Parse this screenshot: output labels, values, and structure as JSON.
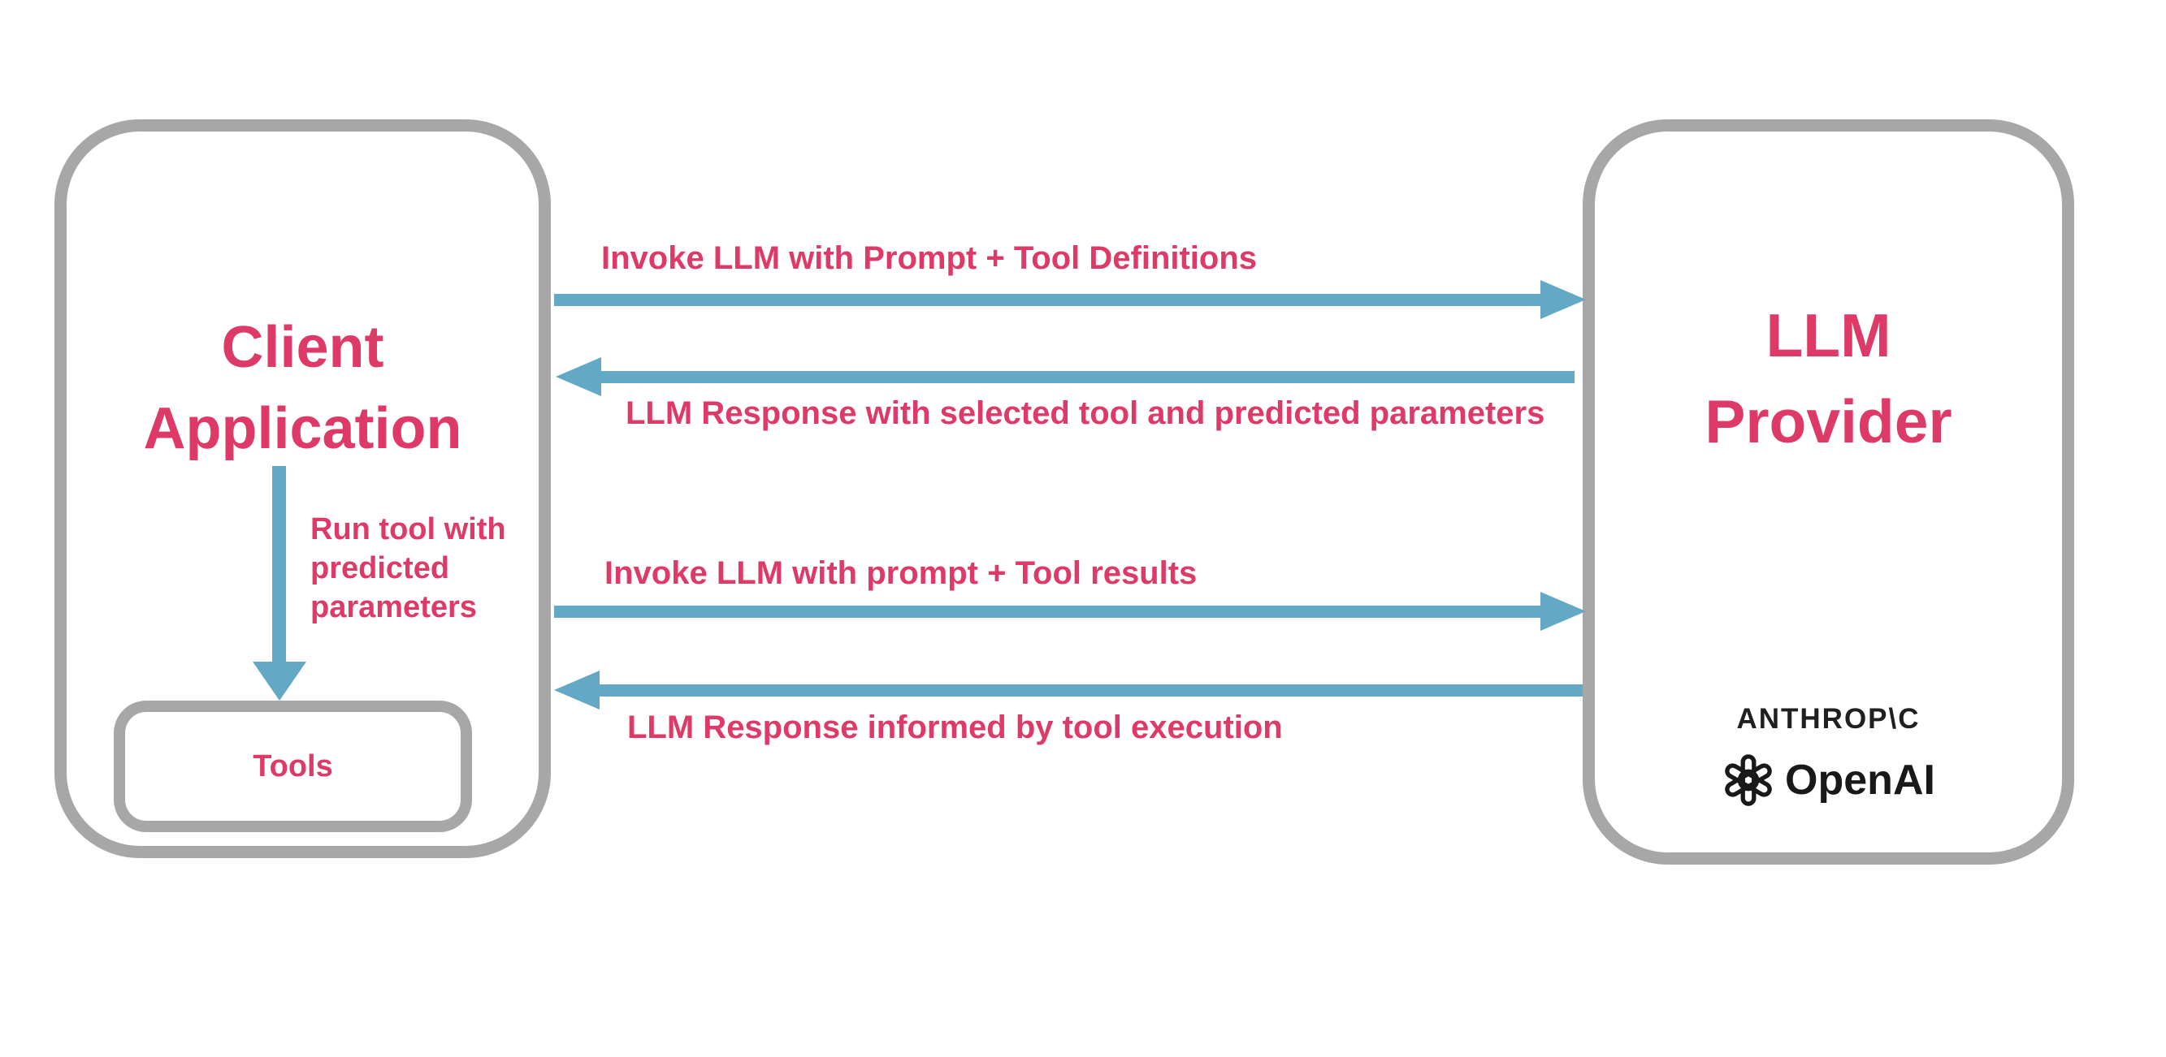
{
  "diagram": {
    "client_box": {
      "title": "Client\nApplication",
      "tools_label": "Tools"
    },
    "llm_box": {
      "title": "LLM\nProvider",
      "anthropic_logo_text": "ANTHROP\\C",
      "openai_logo_text": "OpenAI"
    },
    "arrows": [
      {
        "id": "invoke-definitions",
        "direction": "right",
        "label": "Invoke LLM with Prompt + Tool Definitions"
      },
      {
        "id": "response-parameters",
        "direction": "left",
        "label": "LLM Response with selected tool and predicted parameters"
      },
      {
        "id": "run-tool",
        "direction": "down",
        "label": "Run tool with\npredicted\nparameters"
      },
      {
        "id": "invoke-results",
        "direction": "right",
        "label": "Invoke LLM with prompt + Tool results"
      },
      {
        "id": "response-execution",
        "direction": "left",
        "label": "LLM Response informed by tool execution"
      }
    ],
    "colors": {
      "accent_pink": "#de3a67",
      "arrow_blue": "#63a8c4",
      "border_gray": "#a7a7a7",
      "logo_black": "#221f1f"
    }
  }
}
